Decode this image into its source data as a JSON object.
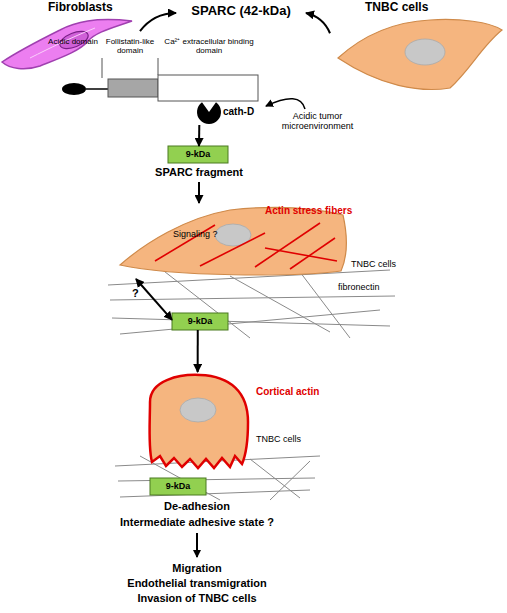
{
  "diagram": {
    "nodes": [
      {
        "text": [
          "Fibroblasts"
        ]
      },
      {
        "text": [
          "SPARC (42-kDa)"
        ]
      },
      {
        "text": [
          "TNBC cells"
        ]
      },
      {
        "text": [
          "Acidic domain"
        ]
      },
      {
        "text": [
          "Follistatin-like domain"
        ]
      },
      {
        "text": [
          "Ca²⁺ extracellular binding domain"
        ]
      },
      {
        "text": [
          "cath-D"
        ]
      },
      {
        "text": [
          "9-kDa",
          "SPARC fragment"
        ]
      },
      {
        "text": [
          "Actin stress fibers",
          "Signaling ?",
          "TNBC cells"
        ]
      },
      {
        "text": [
          "9-kDa"
        ]
      },
      {
        "text": [
          "Cortical actin",
          "TNBC cells"
        ]
      },
      {
        "text": [
          "9-kDa"
        ]
      }
    ],
    "edges": [
      {
        "from": 0,
        "to": 1,
        "arrow": "to"
      },
      {
        "from": 2,
        "to": 1,
        "arrow": "to"
      },
      {
        "from": 6,
        "to": 7,
        "arrow": "to"
      },
      {
        "from": 7,
        "to": 8,
        "arrow": "to"
      },
      {
        "from": 8,
        "to": 9,
        "label": "?",
        "arrow": "both"
      },
      {
        "from": 9,
        "to": 10,
        "arrow": "to"
      }
    ],
    "labels": [
      "Acidic tumor microenvironment",
      "fibronectin",
      "De-adhesion",
      "Intermediate adhesive state ?",
      "Migration",
      "Endothelial transmigration",
      "Invasion of TNBC cells"
    ]
  }
}
